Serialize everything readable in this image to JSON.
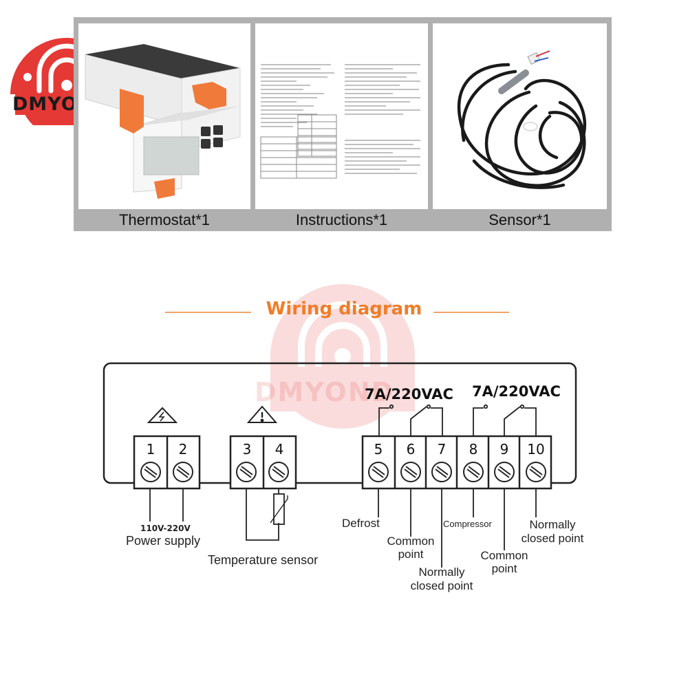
{
  "brand": {
    "name": "DMYOND",
    "color": "#e53935"
  },
  "products": [
    {
      "caption": "Thermostat*1"
    },
    {
      "caption": "Instructions*1"
    },
    {
      "caption": "Sensor*1"
    }
  ],
  "wiring": {
    "title": "Wiring diagram",
    "title_color": "#ef7d2a",
    "relay_ratings": [
      "7A/220VAC",
      "7A/220VAC"
    ],
    "terminals": [
      "1",
      "2",
      "3",
      "4",
      "5",
      "6",
      "7",
      "8",
      "9",
      "10"
    ],
    "power_voltage": "110V-220V",
    "power_label": "Power supply",
    "sensor_label": "Temperature sensor",
    "defrost_label": "Defrost",
    "common_point_1": [
      "Common",
      "point"
    ],
    "normally_closed_1": [
      "Normally",
      "closed point"
    ],
    "compressor_label": "Compressor",
    "common_point_2": [
      "Common",
      "point"
    ],
    "normally_closed_2": [
      "Normally",
      "closed point"
    ]
  }
}
